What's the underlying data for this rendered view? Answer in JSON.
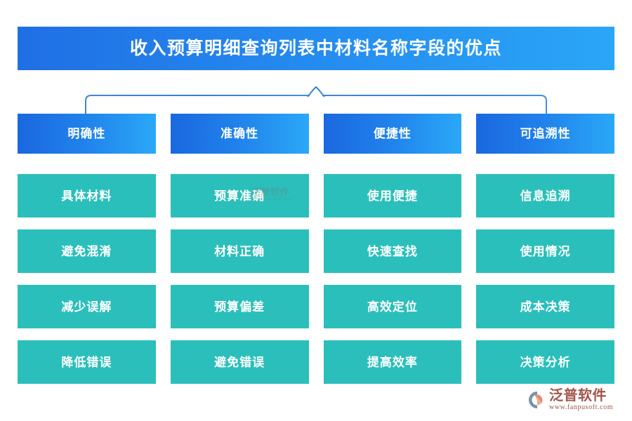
{
  "title": {
    "text": "收入预算明细查询列表中材料名称字段的优点"
  },
  "colors": {
    "title_gradient_start": "#1f6fe4",
    "title_gradient_end": "#2aa6f7",
    "category_gradient_start": "#1a68df",
    "category_gradient_end": "#2aa8f7",
    "item_fill": "#2bbfbb",
    "connector_line": "#2f7fd6",
    "background": "#ffffff",
    "brand_text": "#a1564c"
  },
  "connector": {
    "icon": "bracket-connector-icon"
  },
  "categories": [
    {
      "label": "明确性"
    },
    {
      "label": "准确性"
    },
    {
      "label": "便捷性"
    },
    {
      "label": "可追溯性"
    }
  ],
  "items": [
    {
      "label": "具体材料"
    },
    {
      "label": "预算准确"
    },
    {
      "label": "使用便捷"
    },
    {
      "label": "信息追溯"
    },
    {
      "label": "避免混淆"
    },
    {
      "label": "材料正确"
    },
    {
      "label": "快速查找"
    },
    {
      "label": "使用情况"
    },
    {
      "label": "减少误解"
    },
    {
      "label": "预算偏差"
    },
    {
      "label": "高效定位"
    },
    {
      "label": "成本决策"
    },
    {
      "label": "降低错误"
    },
    {
      "label": "避免错误"
    },
    {
      "label": "提高效率"
    },
    {
      "label": "决策分析"
    }
  ],
  "watermark": {
    "name": "泛普软件",
    "url": "www.fanpusoft.com"
  },
  "brand": {
    "icon": "fanpu-leaf-logo-icon",
    "name": "泛普软件",
    "url": "www.fanpusoft.com"
  }
}
